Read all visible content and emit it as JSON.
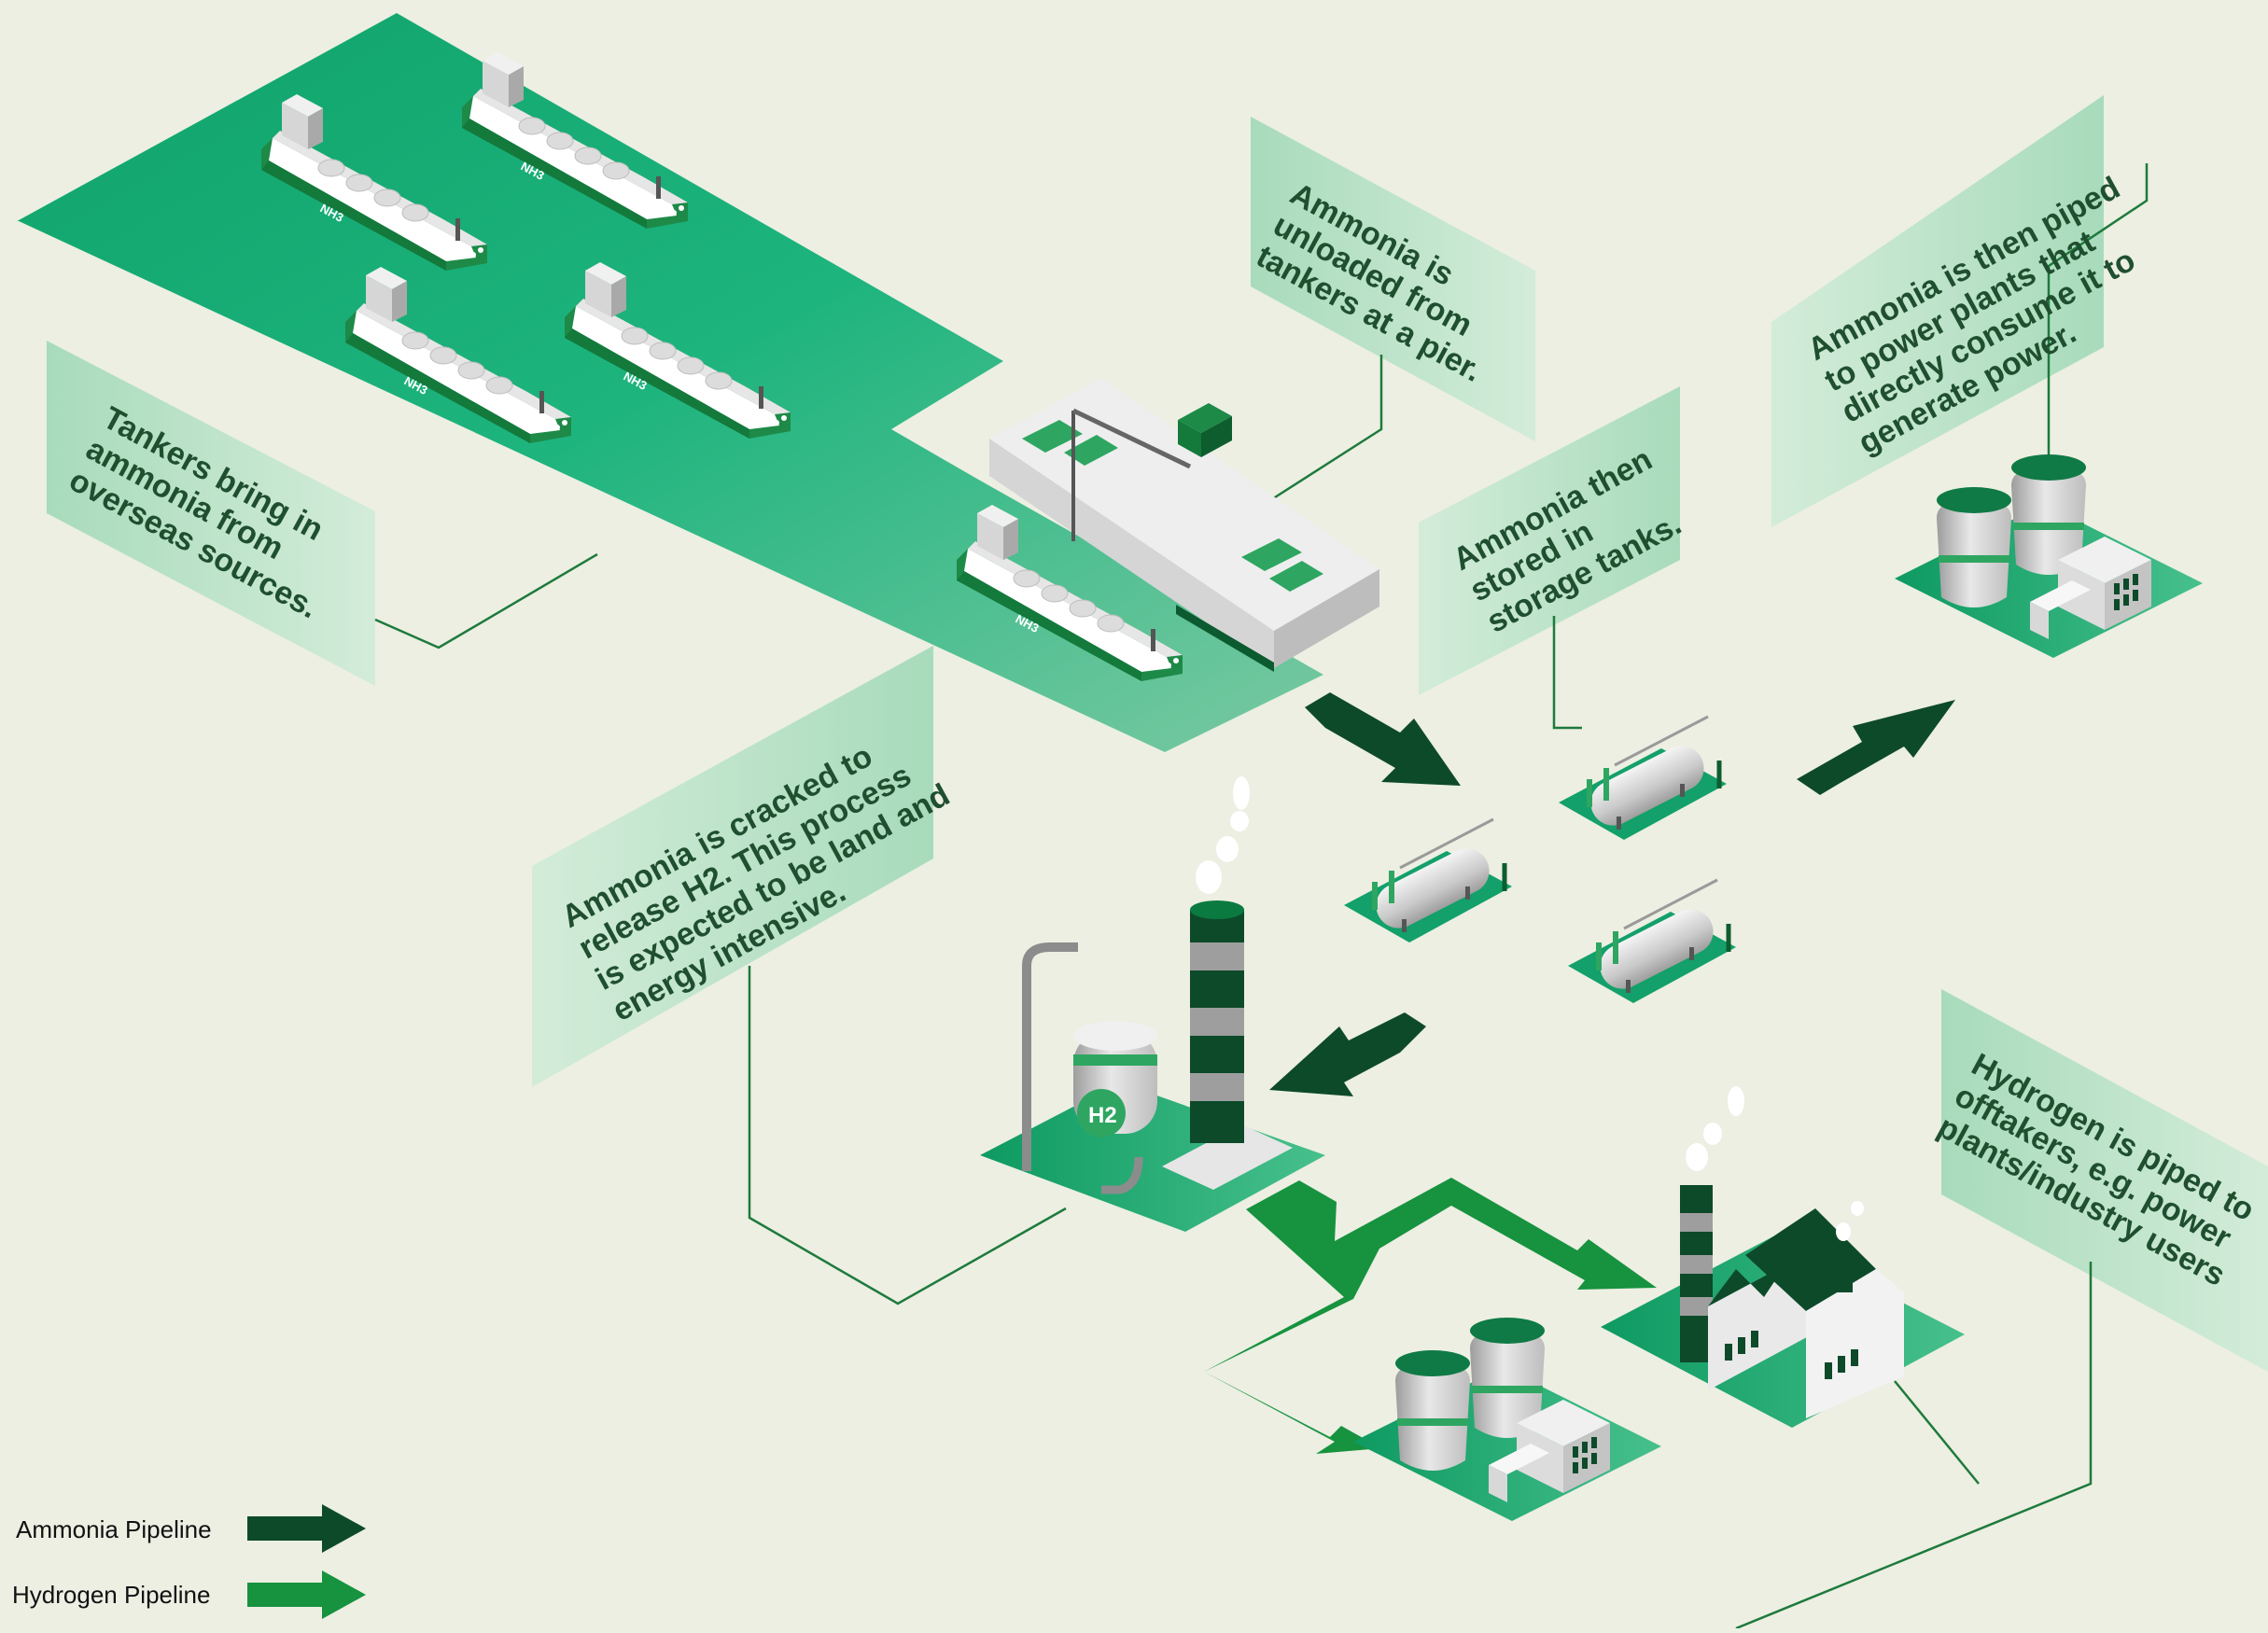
{
  "colors": {
    "background": "#ecefe2",
    "ammonia_pipeline": "#0d4a2a",
    "hydrogen_pipeline": "#17923f",
    "sea": "#21b07b",
    "label_panel": "#c5e6cf",
    "connector_line": "#1e7a3c"
  },
  "steps": {
    "tankers": {
      "lines": [
        "Tankers bring in",
        "ammonia from",
        "overseas sources."
      ]
    },
    "unload": {
      "lines": [
        "Ammonia is",
        "unloaded from",
        "tankers at a pier."
      ]
    },
    "storage": {
      "lines": [
        "Ammonia then",
        "stored in",
        "storage tanks."
      ]
    },
    "power": {
      "lines": [
        "Ammonia is then piped",
        "to power plants that",
        "directly consume it to",
        "generate power."
      ]
    },
    "crack": {
      "lines": [
        "Ammonia is cracked to",
        "release H2. This process",
        "is expected to be land and",
        "energy intensive."
      ]
    },
    "hydrogen": {
      "lines": [
        "Hydrogen is piped to",
        "offtakers, e.g. power",
        "plants/industry users"
      ]
    }
  },
  "ship_label": "NH3",
  "cracker_label": "H2",
  "legend": [
    {
      "label": "Ammonia Pipeline",
      "color": "#0d4a2a"
    },
    {
      "label": "Hydrogen Pipeline",
      "color": "#17923f"
    }
  ],
  "icons": [
    "tanker-ship-icon",
    "pier-crane-icon",
    "storage-tank-icon",
    "cooling-tower-power-plant-icon",
    "cracker-vessel-icon",
    "chimney-icon",
    "factory-icon"
  ]
}
